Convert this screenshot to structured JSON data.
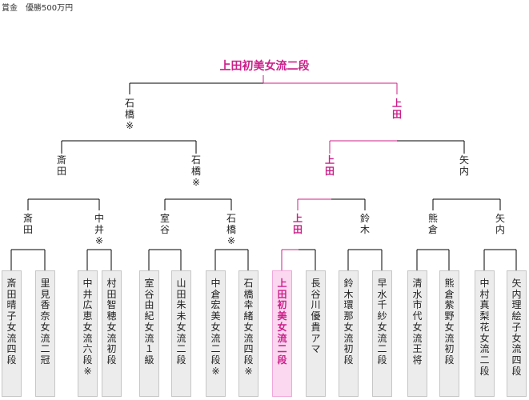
{
  "prize": "賞金　優勝500万円",
  "champion": "上田初美女流二段",
  "colors": {
    "win": "#cc1f8a",
    "line": "#000000",
    "win_box": "#fbd8f0"
  },
  "rounds": {
    "semifinal": [
      "石橋※",
      "上田"
    ],
    "quarterfinal": [
      "斎田",
      "石橋※",
      "上田",
      "矢内"
    ],
    "round2": [
      "斎田",
      "中井※",
      "室谷",
      "石橋※",
      "上田",
      "鈴木",
      "熊倉",
      "矢内"
    ]
  },
  "players": [
    "斎田晴子女流四段",
    "里見香奈女流二冠",
    "中井広恵女流六段※",
    "村田智穂女流初段",
    "室谷由紀女流１級",
    "山田朱未女流二段",
    "中倉宏美女流二段※",
    "石橋幸緒女流四段※",
    "上田初美女流二段",
    "長谷川優貴アマ",
    "鈴木環那女流初段",
    "早水千紗女流二段",
    "清水市代女流王将",
    "熊倉紫野女流初段",
    "中村真梨花女流二段",
    "矢内理絵子女流四段"
  ]
}
